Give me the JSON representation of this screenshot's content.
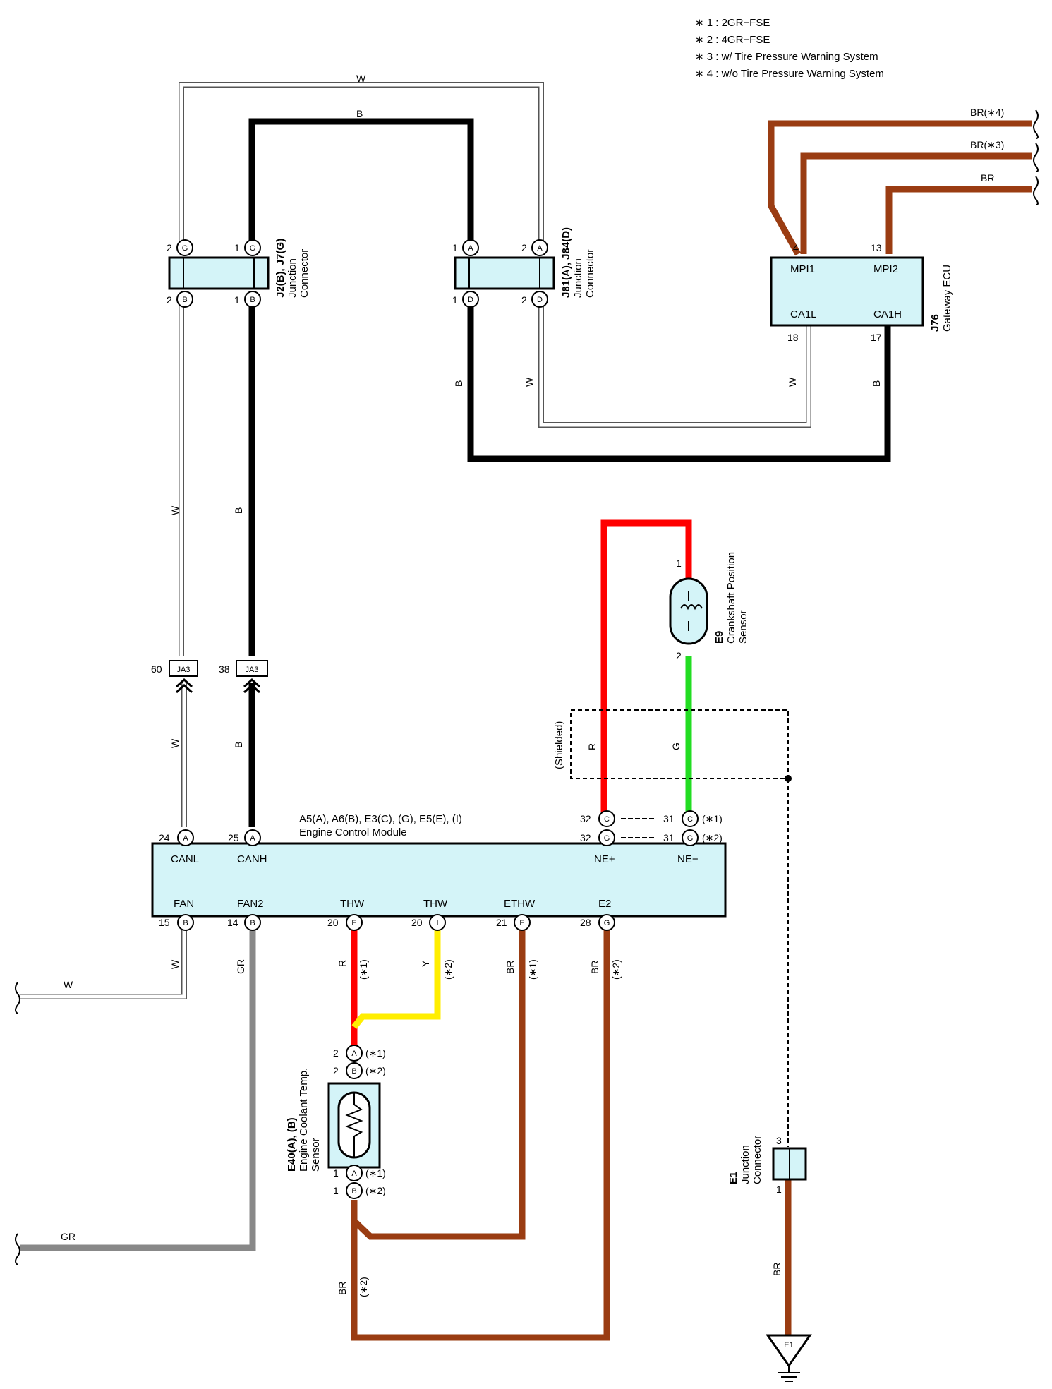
{
  "legend": [
    "∗ 1 : 2GR−FSE",
    "∗ 2 : 4GR−FSE",
    "∗ 3 : w/ Tire Pressure Warning System",
    "∗ 4 : w/o Tire Pressure Warning System"
  ],
  "colors": {
    "W": "#ffffff",
    "B": "#000000",
    "BR": "#9a3c12",
    "R": "#ff0000",
    "G": "#22dd22",
    "Y": "#ffee00",
    "GR": "#888888",
    "component_fill": "#d4f4f8"
  },
  "wire_labels": {
    "w_top": "W",
    "b_top": "B",
    "br4": "BR(∗4)",
    "br3": "BR(∗3)",
    "br": "BR",
    "b_left": "B",
    "w_left": "W",
    "w_mid": "W",
    "b_mid": "B",
    "w_right": "W",
    "b_right": "B",
    "w_ja3_low": "W",
    "b_ja3_low": "B",
    "r_shield": "R",
    "g_shield": "G",
    "w_fan": "W",
    "w_fan_end": "W",
    "gr_fan2": "GR",
    "gr_end": "GR",
    "r_thw": "R",
    "y_thw": "Y",
    "br_ethw": "BR",
    "br_e2": "BR",
    "br_bottom": "BR",
    "br_e1": "BR",
    "s1a": "(∗1)",
    "s2a": "(∗2)",
    "s1b": "(∗1)",
    "s2b": "(∗2)",
    "s2c": "(∗2)"
  },
  "junction_j2": {
    "id": "J2(B), J7(G)",
    "line2": "Junction",
    "line3": "Connector",
    "pins": {
      "tl": "2",
      "tr": "1",
      "bl": "2",
      "br": "1"
    },
    "letters": {
      "tl": "G",
      "tr": "G",
      "bl": "B",
      "br": "B"
    }
  },
  "junction_j81": {
    "id": "J81(A), J84(D)",
    "line2": "Junction",
    "line3": "Connector",
    "pins": {
      "tl": "1",
      "tr": "2",
      "bl": "1",
      "br": "2"
    },
    "letters": {
      "tl": "A",
      "tr": "A",
      "bl": "D",
      "br": "D"
    }
  },
  "gateway": {
    "id": "J76",
    "name": "Gateway ECU",
    "terms": {
      "mpi1": "MPI1",
      "mpi2": "MPI2",
      "ca1l": "CA1L",
      "ca1h": "CA1H"
    },
    "pins": {
      "mpi1": "4",
      "mpi2": "13",
      "ca1l": "18",
      "ca1h": "17"
    }
  },
  "ja3": {
    "label": "JA3",
    "pin_w": "60",
    "pin_b": "38"
  },
  "crank": {
    "id": "E9",
    "line1": "Crankshaft Position",
    "line2": "Sensor",
    "pin1": "1",
    "pin2": "2"
  },
  "shielded": "(Shielded)",
  "ecm": {
    "id": "A5(A), A6(B), E3(C), (G), E5(E), (I)",
    "name": "Engine Control Module",
    "top_terms": {
      "canl": "CANL",
      "canh": "CANH",
      "nep": "NE+",
      "nem": "NE−"
    },
    "bottom_terms": {
      "fan": "FAN",
      "fan2": "FAN2",
      "thw1": "THW",
      "thw2": "THW",
      "ethw": "ETHW",
      "e2": "E2"
    },
    "top_pins": {
      "canl": "24",
      "canh": "25",
      "nep1": "32",
      "nem1": "31",
      "nep2": "32",
      "nem2": "31"
    },
    "top_letters": {
      "canl": "A",
      "canh": "A",
      "nep1": "C",
      "nem1": "C",
      "nep2": "G",
      "nem2": "G"
    },
    "top_variants": {
      "v1": "(∗1)",
      "v2": "(∗2)"
    },
    "bottom_pins": {
      "fan": "15",
      "fan2": "14",
      "thw1": "20",
      "thw2": "20",
      "ethw": "21",
      "e2": "28"
    },
    "bottom_letters": {
      "fan": "B",
      "fan2": "B",
      "thw1": "E",
      "thw2": "I",
      "ethw": "E",
      "e2": "G"
    }
  },
  "coolant": {
    "id": "E40(A), (B)",
    "line1": "Engine Coolant Temp.",
    "line2": "Sensor",
    "pins": {
      "a_top": "2",
      "b_top": "2",
      "a_bot": "1",
      "b_bot": "1"
    },
    "letters": {
      "a_top": "A",
      "b_top": "B",
      "a_bot": "A",
      "b_bot": "B"
    },
    "variants": {
      "v1_top": "(∗1)",
      "v2_top": "(∗2)",
      "v1_bot": "(∗1)",
      "v2_bot": "(∗2)"
    }
  },
  "e1_junction": {
    "id": "E1",
    "line1": "Junction",
    "line2": "Connector",
    "pin_top": "3",
    "pin_bot": "1"
  },
  "ground": {
    "label": "E1"
  }
}
